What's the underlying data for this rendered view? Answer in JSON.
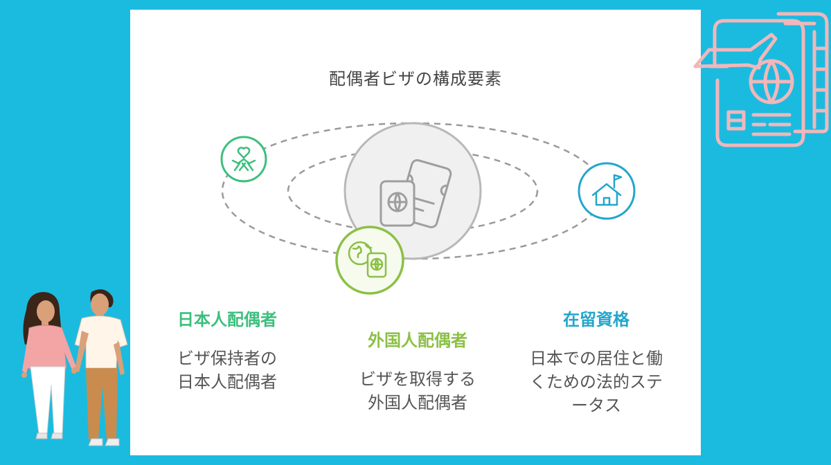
{
  "title": "配偶者ビザの構成要素",
  "colors": {
    "background": "#1bbbe0",
    "japanese_spouse": "#3cbf7d",
    "foreign_spouse": "#8bc045",
    "residence_status": "#22a6cc",
    "center": "#b8b8b8",
    "decoration": "#f1b7ba"
  },
  "center": {
    "icon": "passport-ticket-icon"
  },
  "nodes": [
    {
      "key": "japanese",
      "icon": "heart-handshake-icon",
      "heading": "日本人配偶者",
      "desc_lines": [
        "ビザ保持者の",
        "日本人配偶者"
      ]
    },
    {
      "key": "foreign",
      "icon": "globe-passport-icon",
      "heading": "外国人配偶者",
      "desc_lines": [
        "ビザを取得する",
        "外国人配偶者"
      ]
    },
    {
      "key": "status",
      "icon": "house-flag-icon",
      "heading": "在留資格",
      "desc_lines": [
        "日本での居住と働",
        "くための法的ステ",
        "ータス"
      ]
    }
  ],
  "decorations": [
    "passport-document-icon",
    "walking-couple-illustration"
  ]
}
